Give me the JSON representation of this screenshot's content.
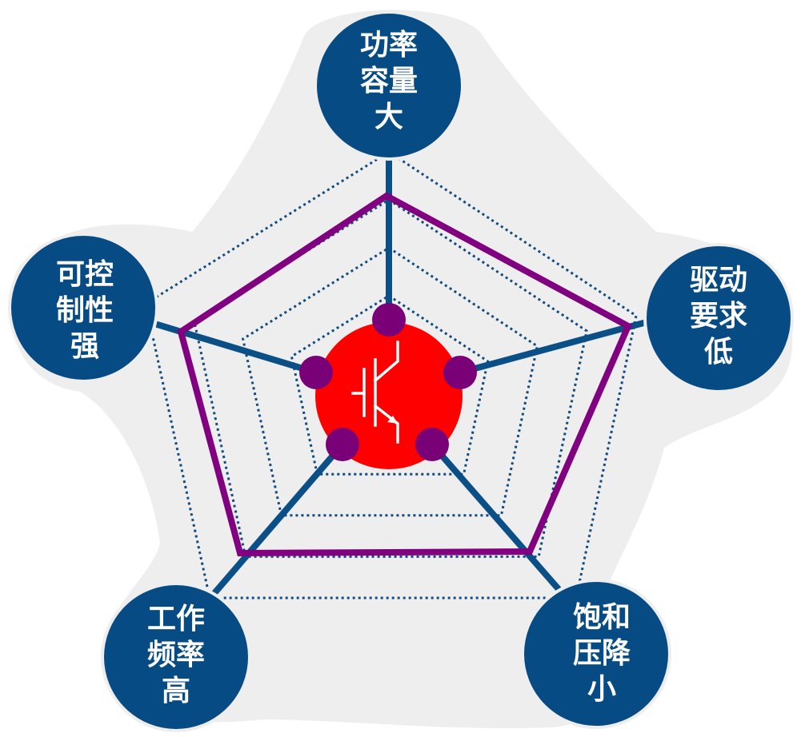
{
  "diagram": {
    "colors": {
      "background_blob": "#eeeeef",
      "node_fill": "#064b83",
      "spoke": "#0a4f86",
      "dotted_grid": "#124b7e",
      "profile_line": "#800080",
      "center_fill": "#ff0000",
      "marker": "#7a0077",
      "icon_stroke": "#ffffff",
      "node_text": "#ffffff"
    },
    "center": {
      "icon": "igbt-transistor-icon"
    },
    "nodes": [
      {
        "id": "power-capacity",
        "lines": [
          "功率",
          "容量",
          "大"
        ]
      },
      {
        "id": "drive-requirement",
        "lines": [
          "驱动",
          "要求",
          "低"
        ]
      },
      {
        "id": "saturation-drop",
        "lines": [
          "饱和",
          "压降",
          "小"
        ]
      },
      {
        "id": "operating-frequency",
        "lines": [
          "工作",
          "频率",
          "高"
        ]
      },
      {
        "id": "controllability",
        "lines": [
          "可控",
          "制性",
          "强"
        ]
      }
    ]
  }
}
